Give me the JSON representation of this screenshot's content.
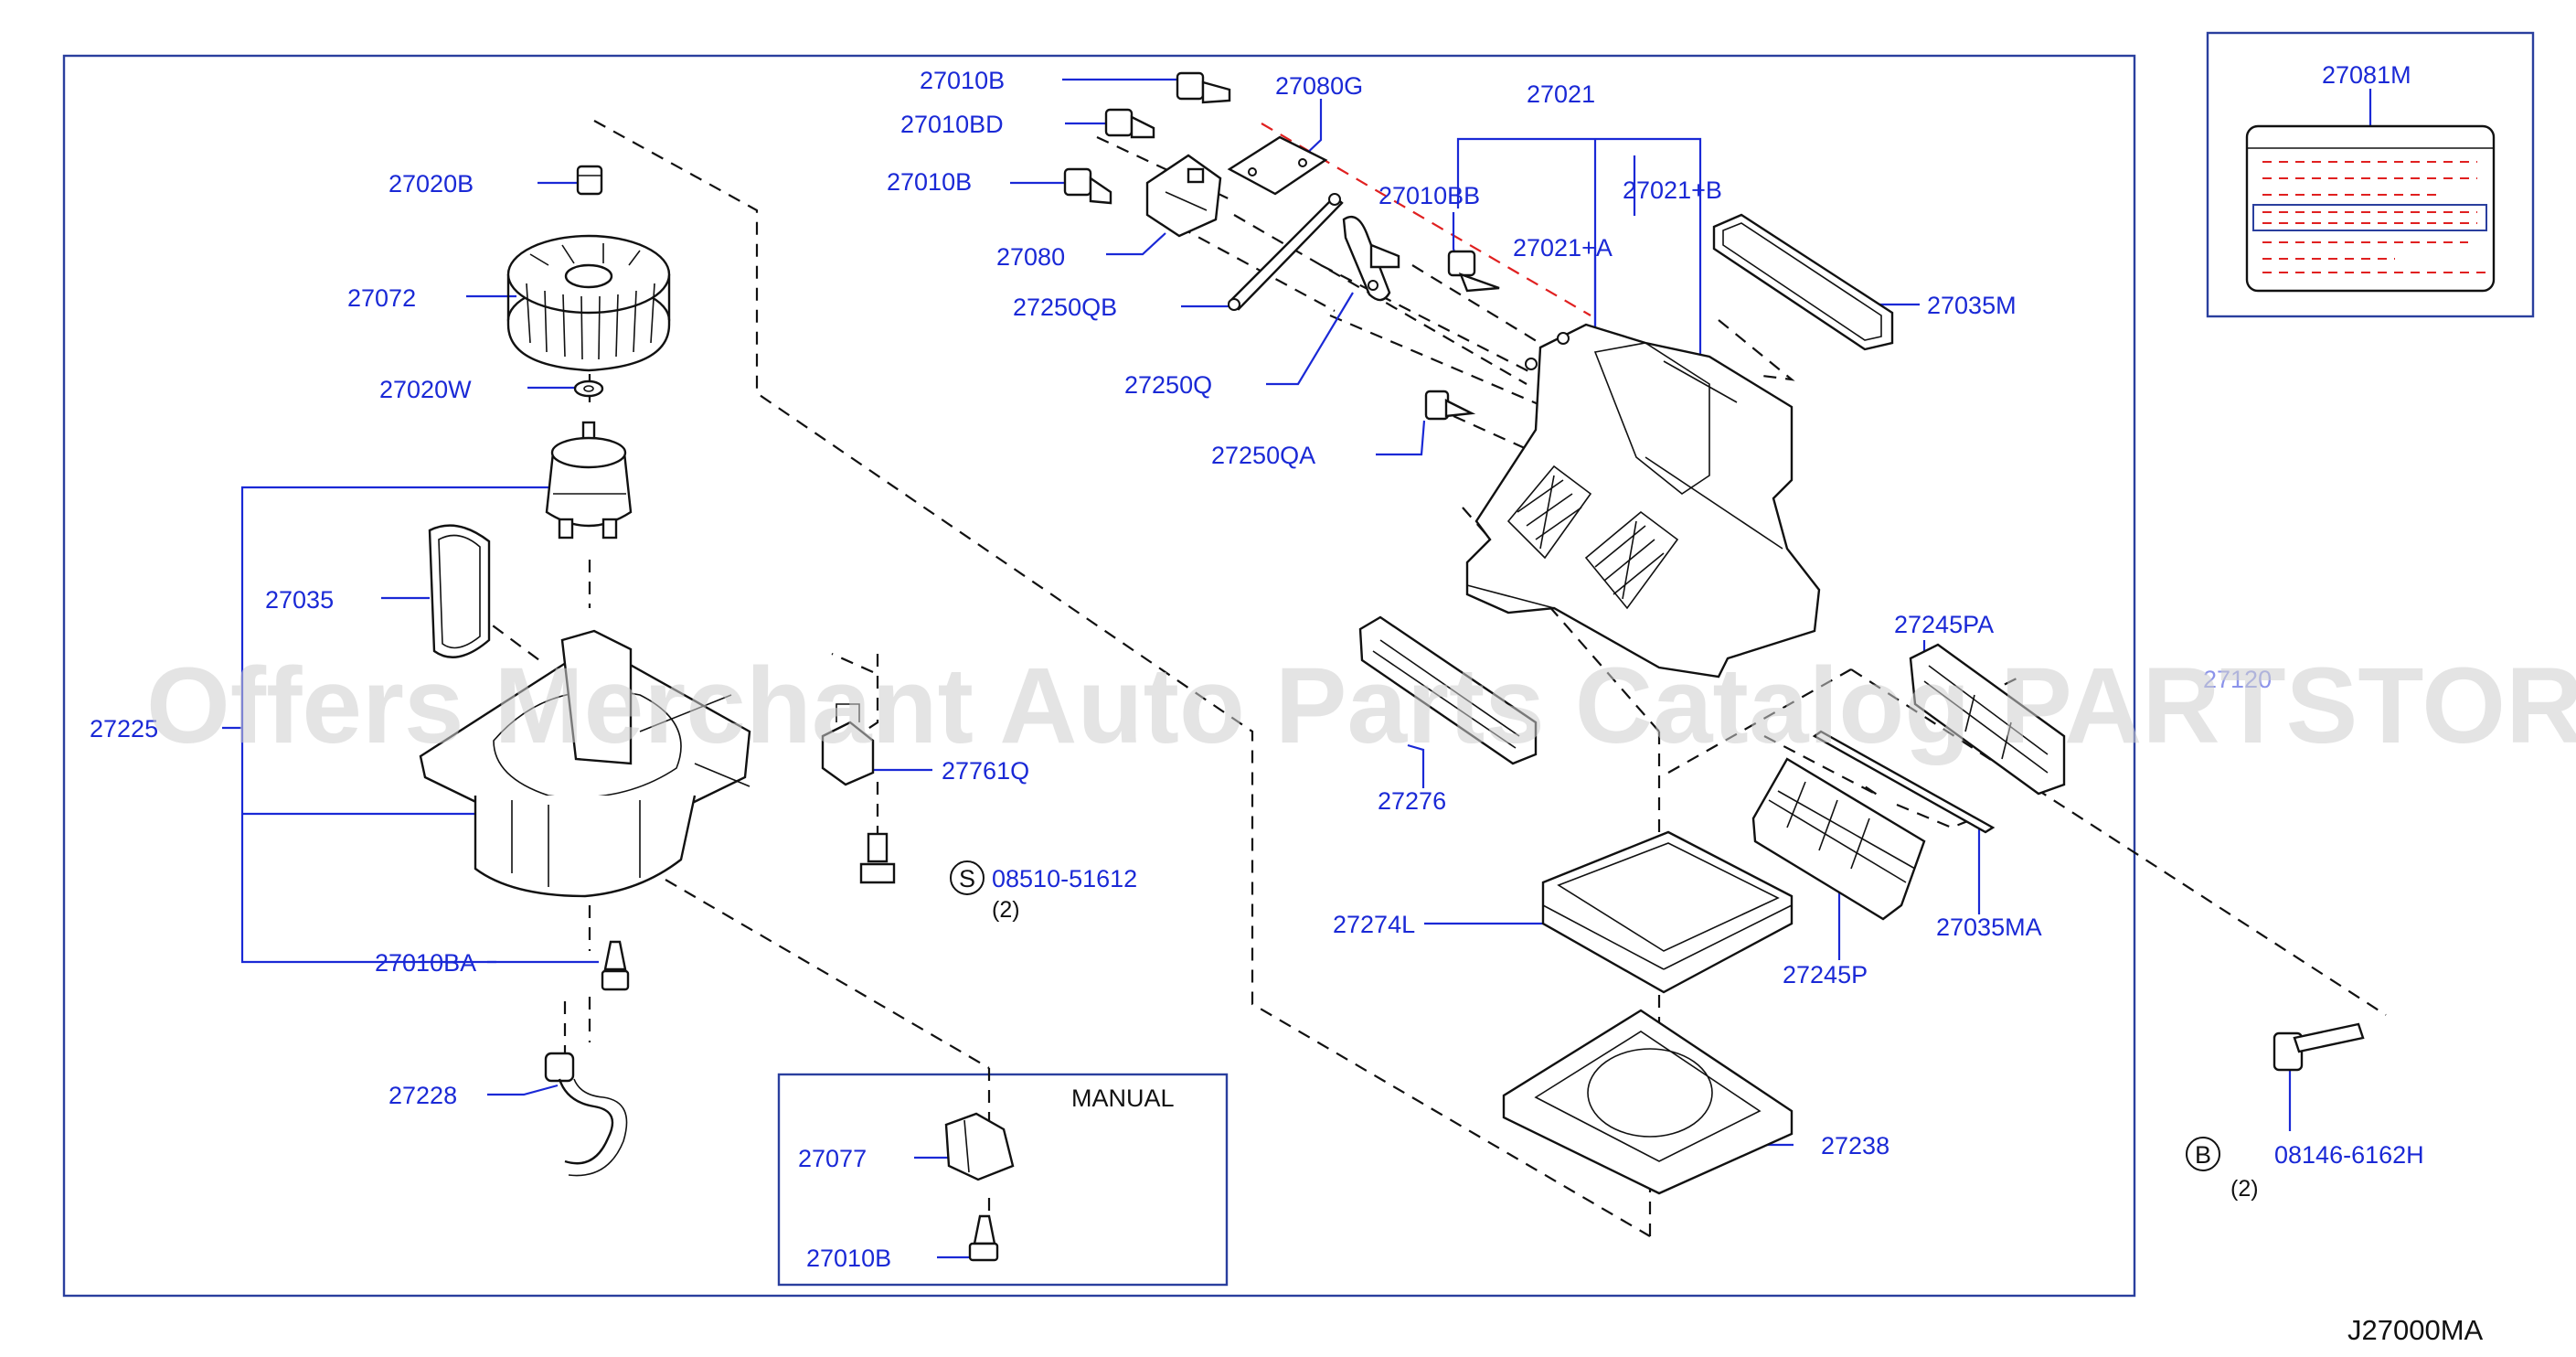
{
  "parts": {
    "p27010B_top": "27010B",
    "p27010BD": "27010BD",
    "p27010B_mid": "27010B",
    "p27080G": "27080G",
    "p27080": "27080",
    "p27250QB": "27250QB",
    "p27250Q": "27250Q",
    "p27250QA": "27250QA",
    "p27021": "27021",
    "p27021B": "27021+B",
    "p27021A": "27021+A",
    "p27010BB": "27010BB",
    "p27035M": "27035M",
    "p27081M": "27081M",
    "p27020B": "27020B",
    "p27072": "27072",
    "p27020W": "27020W",
    "p27035": "27035",
    "p27225": "27225",
    "p27761Q": "27761Q",
    "p08510": "08510-51612",
    "p08510_qty": "(2)",
    "p27010BA": "27010BA",
    "p27228": "27228",
    "p27077": "27077",
    "p27010B_bottom": "27010B",
    "p27276": "27276",
    "p27245PA": "27245PA",
    "p27120_partial": "27120",
    "p27274L": "27274L",
    "p27245P": "27245P",
    "p27035MA": "27035MA",
    "p27238": "27238",
    "p08146": "08146-6162H",
    "p08146_qty": "(2)"
  },
  "markers": {
    "s": "S",
    "b": "B"
  },
  "manual_label": "MANUAL",
  "watermark": "Offers Merchant Auto Parts Catalog PARTSTORE.SA",
  "diagram_ref": "J27000MA",
  "colors": {
    "label": "#1a29d6",
    "frame": "#2a3f9e",
    "highlight": "#e02020"
  }
}
